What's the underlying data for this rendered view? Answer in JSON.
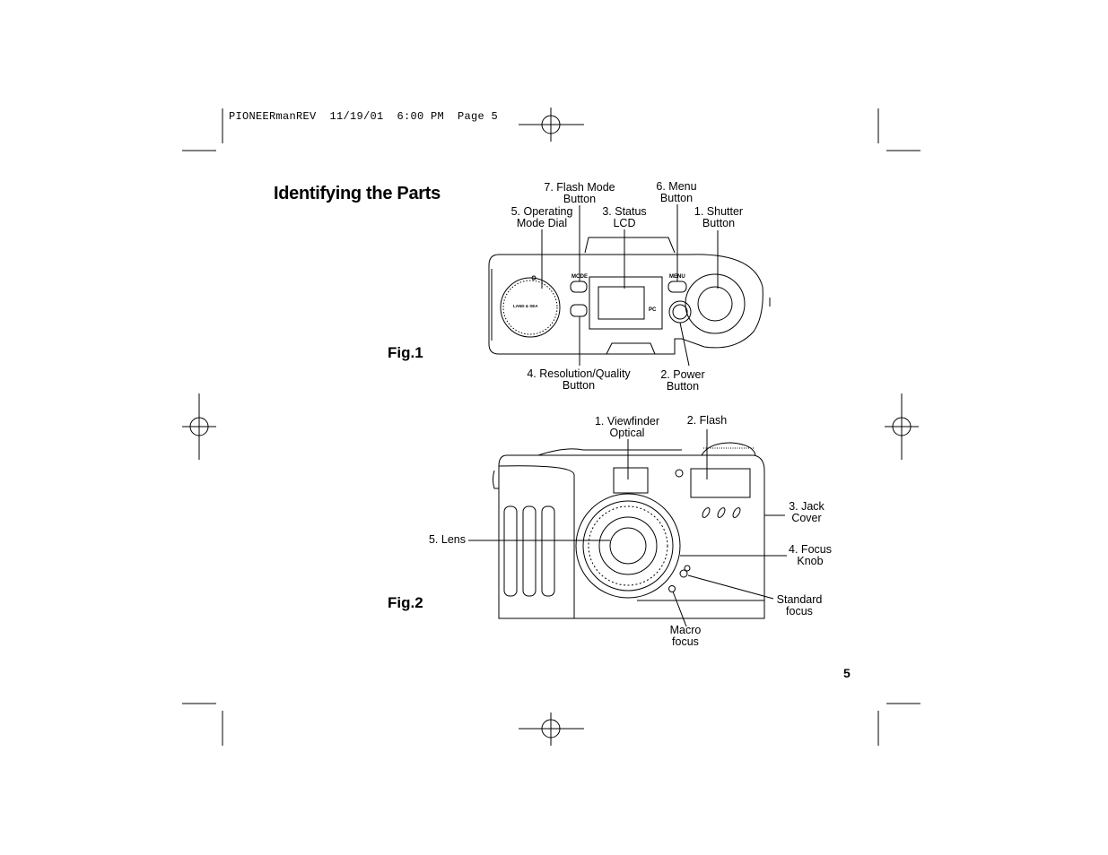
{
  "slug_line": "PIONEERmanREV  11/19/01  6:00 PM  Page 5",
  "title": "Identifying the Parts",
  "fig1": {
    "caption": "Fig.1",
    "labels": {
      "flash_mode": [
        "7. Flash Mode",
        "Button"
      ],
      "menu": [
        "6. Menu",
        "Button"
      ],
      "operating_mode": [
        "5. Operating",
        "Mode Dial"
      ],
      "status_lcd": [
        "3. Status",
        "LCD"
      ],
      "shutter": [
        "1. Shutter",
        "Button"
      ],
      "resolution": [
        "4. Resolution/Quality",
        "Button"
      ],
      "power": [
        "2. Power",
        "Button"
      ]
    },
    "button_marks": {
      "mode": "MODE",
      "menu": "MENU",
      "dial_text": "LAND & SEA",
      "pc": "PC"
    }
  },
  "fig2": {
    "caption": "Fig.2",
    "labels": {
      "viewfinder": [
        "1. Viewfinder",
        "Optical"
      ],
      "flash": [
        "2. Flash"
      ],
      "jack_cover": [
        "3. Jack",
        "Cover"
      ],
      "lens": [
        "5. Lens"
      ],
      "focus_knob": [
        "4. Focus",
        "Knob"
      ],
      "standard_focus": [
        "Standard",
        "focus"
      ],
      "macro_focus": [
        "Macro",
        "focus"
      ]
    }
  },
  "page_number": "5"
}
